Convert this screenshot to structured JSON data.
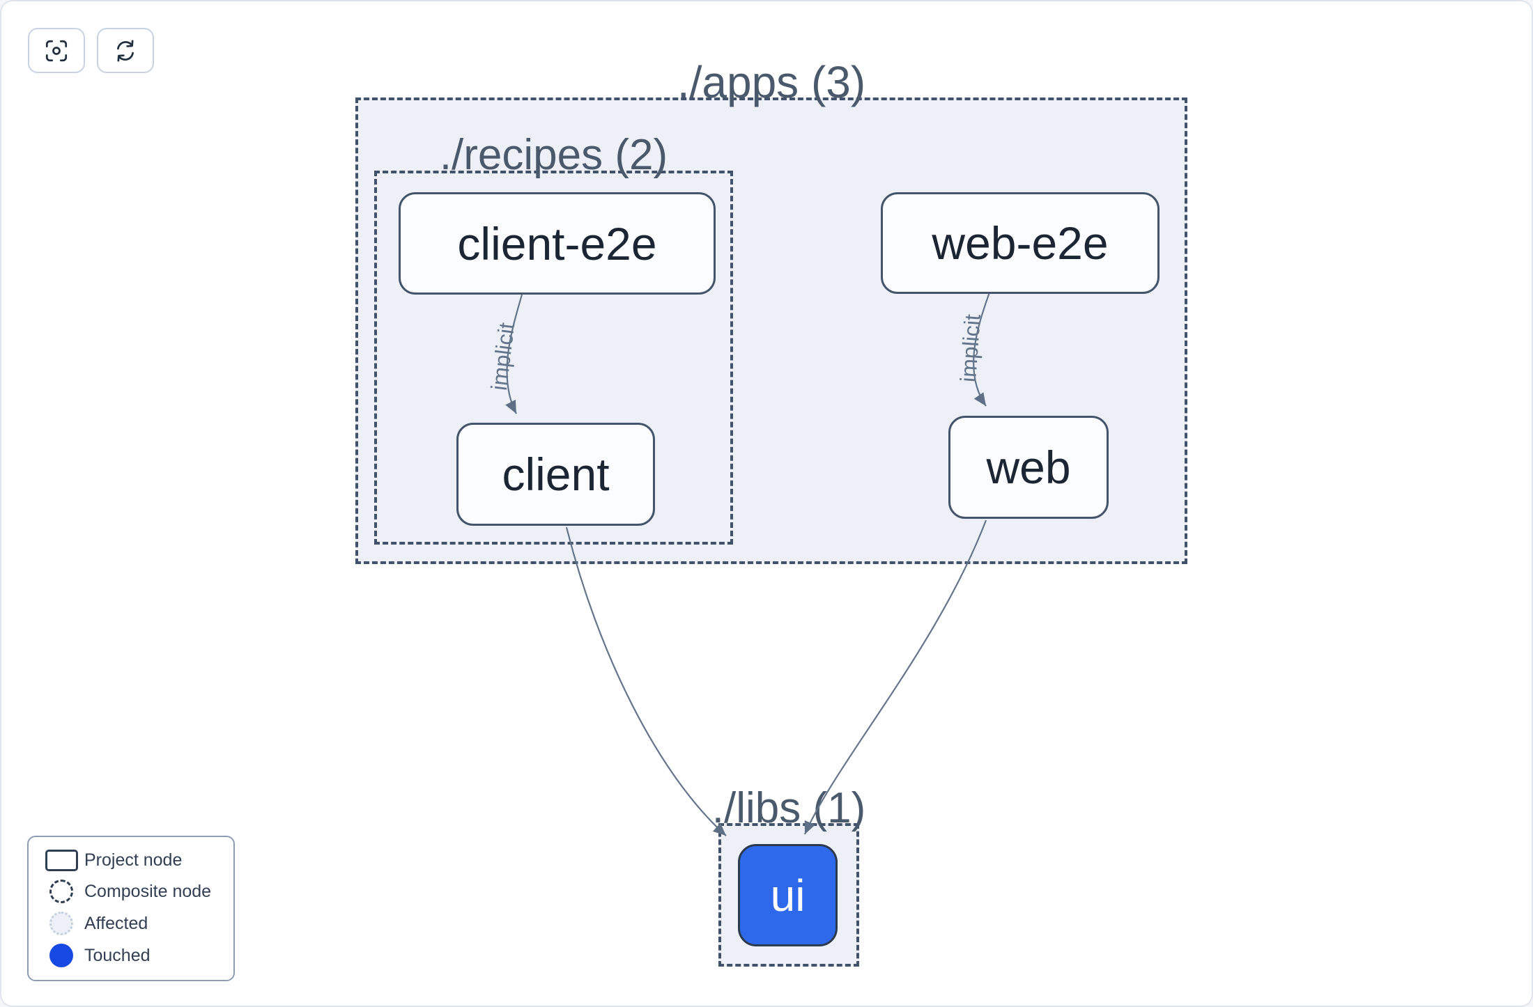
{
  "toolbar": {
    "buttons": [
      {
        "icon": "focus-center-icon",
        "action": "center-graph"
      },
      {
        "icon": "refresh-icon",
        "action": "refresh-graph"
      }
    ]
  },
  "groups": {
    "apps": {
      "label": "./apps (3)"
    },
    "recipes": {
      "label": "./recipes (2)"
    },
    "libs": {
      "label": "./libs (1)"
    }
  },
  "nodes": {
    "client_e2e": {
      "label": "client-e2e",
      "state": "normal"
    },
    "client": {
      "label": "client",
      "state": "normal"
    },
    "web_e2e": {
      "label": "web-e2e",
      "state": "normal"
    },
    "web": {
      "label": "web",
      "state": "normal"
    },
    "ui": {
      "label": "ui",
      "state": "touched"
    }
  },
  "edges": [
    {
      "from": "client-e2e",
      "to": "client",
      "label": "implicit"
    },
    {
      "from": "web-e2e",
      "to": "web",
      "label": "implicit"
    },
    {
      "from": "client",
      "to": "ui",
      "label": ""
    },
    {
      "from": "web",
      "to": "ui",
      "label": ""
    }
  ],
  "legend": {
    "items": [
      {
        "icon": "project-node-icon",
        "label": "Project node"
      },
      {
        "icon": "composite-node-icon",
        "label": "Composite node"
      },
      {
        "icon": "affected-icon",
        "label": "Affected"
      },
      {
        "icon": "touched-icon",
        "label": "Touched"
      }
    ]
  },
  "colors": {
    "canvas_bg": "#ffffff",
    "frame_border": "#dfe5ef",
    "group_fill": "#edf1f7",
    "group_border": "#42526b",
    "node_fill": "#fbfcfe",
    "node_border": "#44546b",
    "node_text": "#1b2534",
    "group_title": "#4b596d",
    "edge": "#64748b",
    "touched_node": "#2e69ec",
    "touched_node_text": "#ffffff",
    "touched_legend": "#1648e2",
    "affected_fill": "#edf1f7",
    "affected_border": "#c3cedd",
    "legend_border": "#8d9cb3",
    "legend_text": "#323f52",
    "button_border": "#c7d3e3",
    "icon": "#222f3f"
  }
}
